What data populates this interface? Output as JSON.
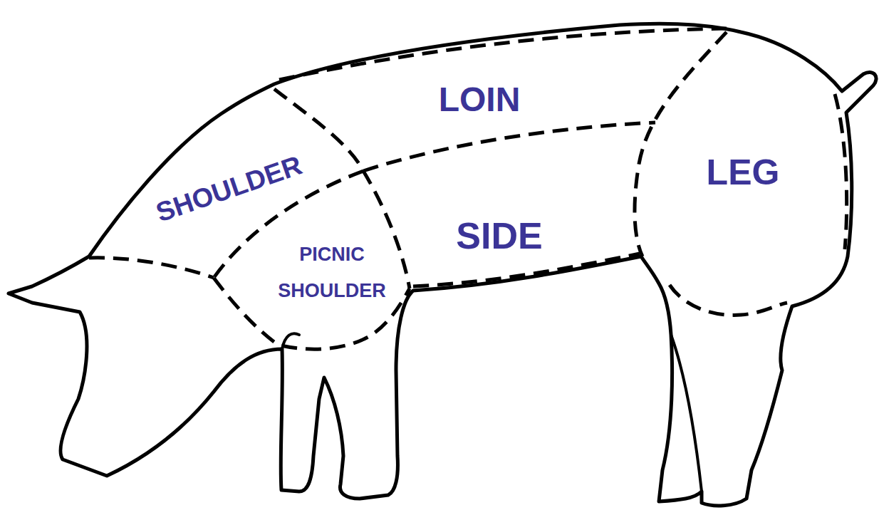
{
  "diagram": {
    "labels": [
      "LOIN",
      "SHOULDER",
      "PICNIC SHOULDER",
      "SIDE",
      "LEG"
    ]
  }
}
